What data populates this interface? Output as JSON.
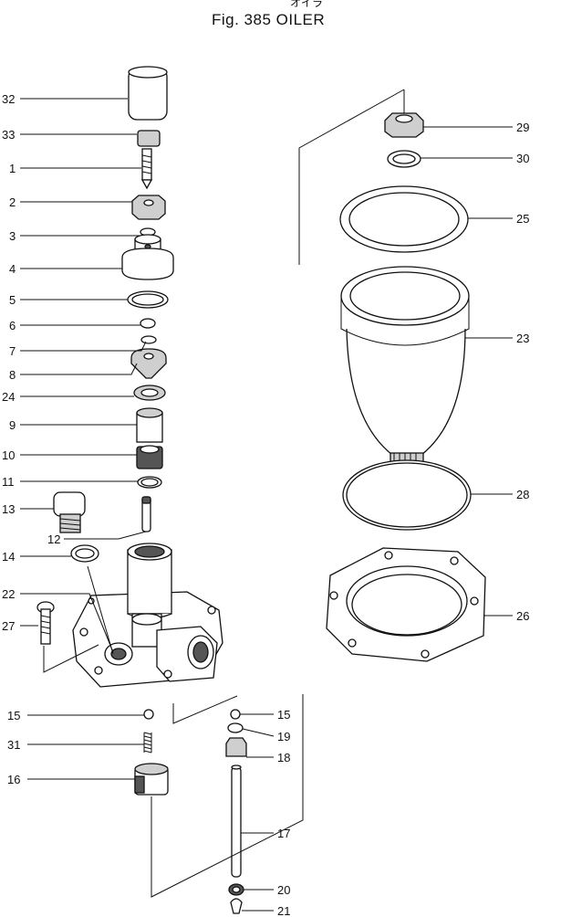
{
  "figure": {
    "title": "Fig. 385 OILER",
    "kana": "オイラ"
  },
  "callouts": [
    {
      "id": "32"
    },
    {
      "id": "33"
    },
    {
      "id": "1"
    },
    {
      "id": "2"
    },
    {
      "id": "3"
    },
    {
      "id": "4"
    },
    {
      "id": "5"
    },
    {
      "id": "6"
    },
    {
      "id": "7"
    },
    {
      "id": "8"
    },
    {
      "id": "24"
    },
    {
      "id": "9"
    },
    {
      "id": "10"
    },
    {
      "id": "11"
    },
    {
      "id": "13"
    },
    {
      "id": "12"
    },
    {
      "id": "14"
    },
    {
      "id": "22"
    },
    {
      "id": "27"
    },
    {
      "id": "15"
    },
    {
      "id": "31"
    },
    {
      "id": "16"
    },
    {
      "id": "29"
    },
    {
      "id": "30"
    },
    {
      "id": "25"
    },
    {
      "id": "23"
    },
    {
      "id": "28"
    },
    {
      "id": "26"
    },
    {
      "id": "15"
    },
    {
      "id": "19"
    },
    {
      "id": "18"
    },
    {
      "id": "17"
    },
    {
      "id": "20"
    },
    {
      "id": "21"
    }
  ]
}
